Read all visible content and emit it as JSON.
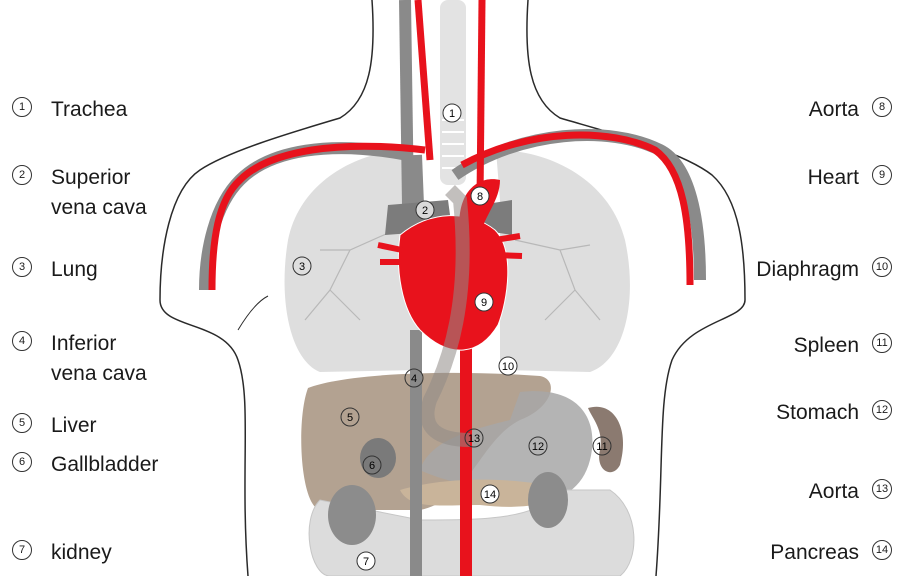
{
  "left_labels": [
    {
      "num": "1",
      "text": "Trachea"
    },
    {
      "num": "2",
      "text": "Superior\nvena cava"
    },
    {
      "num": "3",
      "text": "Lung"
    },
    {
      "num": "4",
      "text": "Inferior\nvena cava"
    },
    {
      "num": "5",
      "text": "Liver"
    },
    {
      "num": "6",
      "text": "Gallbladder"
    },
    {
      "num": "7",
      "text": "kidney"
    }
  ],
  "right_labels": [
    {
      "num": "8",
      "text": "Aorta"
    },
    {
      "num": "9",
      "text": "Heart"
    },
    {
      "num": "10",
      "text": "Diaphragm"
    },
    {
      "num": "11",
      "text": "Spleen"
    },
    {
      "num": "12",
      "text": "Stomach"
    },
    {
      "num": "13",
      "text": "Aorta"
    },
    {
      "num": "14",
      "text": "Pancreas"
    }
  ],
  "markers": [
    "1",
    "2",
    "3",
    "4",
    "5",
    "6",
    "7",
    "8",
    "9",
    "10",
    "11",
    "12",
    "13",
    "14"
  ],
  "colors": {
    "artery": "#e8121c",
    "vein": "#8a8a8a",
    "lung": "#dedede",
    "liver": "#b3a291",
    "outline": "#2a2a2a"
  }
}
